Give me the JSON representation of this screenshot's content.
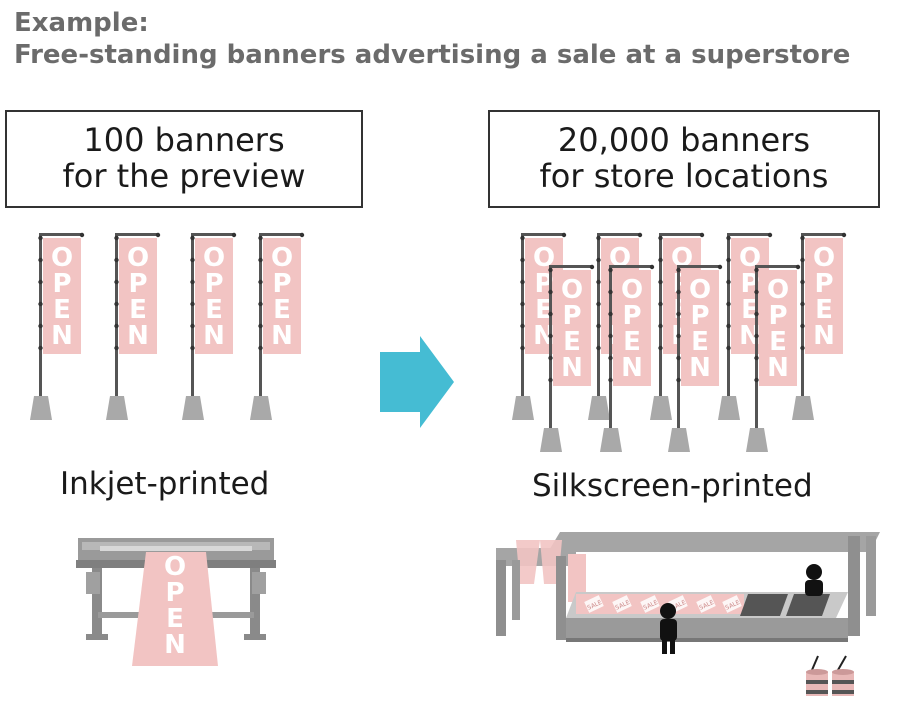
{
  "header": {
    "line1": "Example:",
    "line2": "Free-standing banners advertising a sale at a superstore"
  },
  "left": {
    "box_line1": "100 banners",
    "box_line2": "for the preview",
    "caption": "Inkjet-printed"
  },
  "right": {
    "box_line1": "20,000 banners",
    "box_line2": "for store locations",
    "caption": "Silkscreen-printed"
  },
  "flag_word": "OPEN",
  "sale_tag": "SALE",
  "colors": {
    "flag_pink": "#f2c4c3",
    "pole": "#555555",
    "base": "#a9a9a9",
    "arrow": "#45bcd3",
    "machine": "#9a9a9a"
  },
  "icons": [
    "right-arrow-icon",
    "banner-flag-icon",
    "inkjet-printer-icon",
    "silkscreen-machine-icon",
    "worker-icon",
    "ink-bucket-icon"
  ]
}
